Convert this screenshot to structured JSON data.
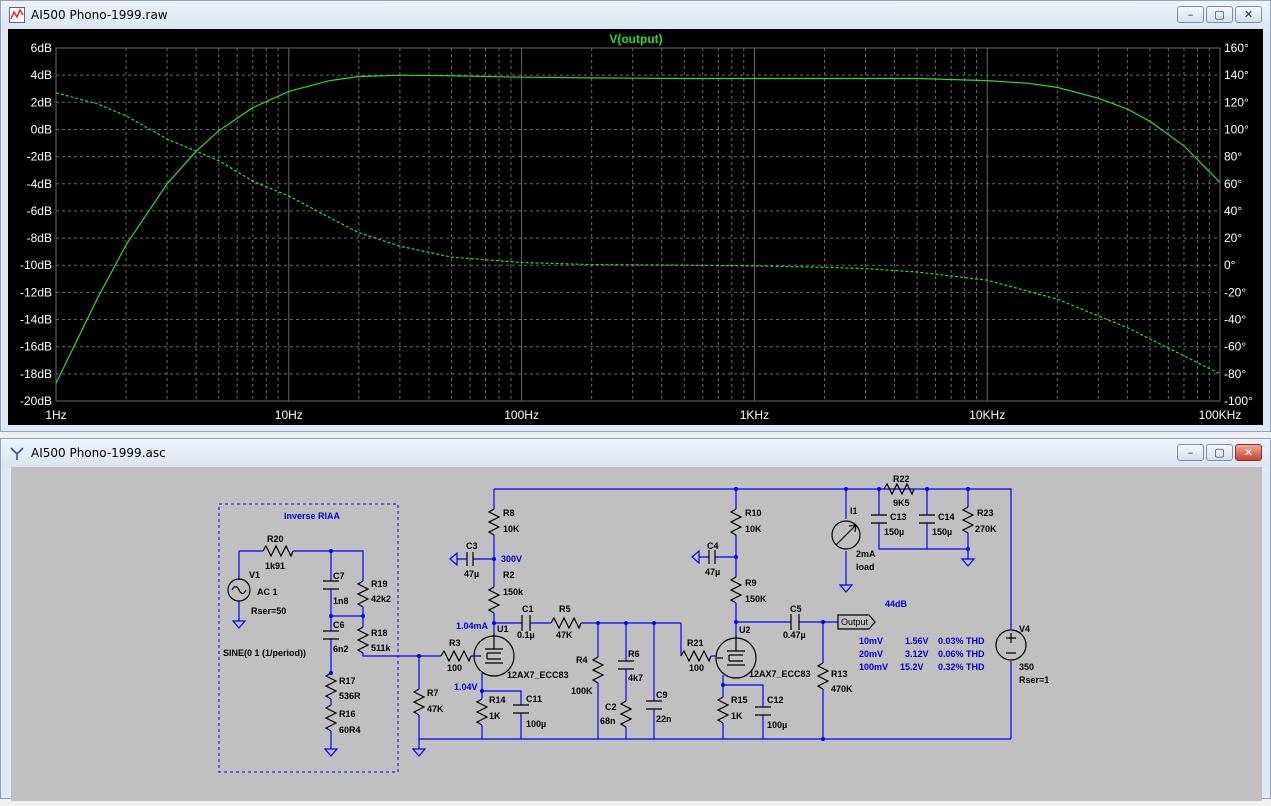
{
  "plot_window": {
    "title": "AI500 Phono-1999.raw",
    "minimize": "–",
    "restore": "▢",
    "close": "✕"
  },
  "schematic_window": {
    "title": "AI500 Phono-1999.asc",
    "minimize": "–",
    "restore": "▢",
    "close": "✕"
  },
  "colors": {
    "trace": "#2bdc2b",
    "grid": "#6a6a6a",
    "axis_text": "#ffffff",
    "wire": "#0000ff",
    "component": "#000000",
    "annotation": "#0000cc"
  },
  "chart_data": {
    "type": "line",
    "title": "V(output)",
    "x_scale": "log",
    "x_ticks": [
      "1Hz",
      "10Hz",
      "100Hz",
      "1KHz",
      "10KHz",
      "100KHz"
    ],
    "xlim_hz": [
      1,
      100000
    ],
    "y_left_ticks": [
      "6dB",
      "4dB",
      "2dB",
      "0dB",
      "-2dB",
      "-4dB",
      "-6dB",
      "-8dB",
      "-10dB",
      "-12dB",
      "-14dB",
      "-16dB",
      "-18dB",
      "-20dB"
    ],
    "ylim_db": [
      -20,
      6
    ],
    "y_right_ticks": [
      "160°",
      "140°",
      "120°",
      "100°",
      "80°",
      "60°",
      "40°",
      "20°",
      "0°",
      "-20°",
      "-40°",
      "-60°",
      "-80°",
      "-100°"
    ],
    "ylim_deg": [
      -100,
      160
    ],
    "grid": true,
    "series": [
      {
        "name": "magnitude",
        "style": "solid",
        "axis": "left",
        "points": [
          [
            1,
            -18.7
          ],
          [
            1.5,
            -12.5
          ],
          [
            2,
            -8.5
          ],
          [
            3,
            -4.0
          ],
          [
            4,
            -1.6
          ],
          [
            5,
            -0.1
          ],
          [
            7,
            1.6
          ],
          [
            10,
            2.8
          ],
          [
            15,
            3.6
          ],
          [
            20,
            3.9
          ],
          [
            30,
            4.0
          ],
          [
            50,
            3.95
          ],
          [
            100,
            3.85
          ],
          [
            200,
            3.8
          ],
          [
            500,
            3.75
          ],
          [
            1000,
            3.75
          ],
          [
            2000,
            3.75
          ],
          [
            5000,
            3.75
          ],
          [
            10000,
            3.6
          ],
          [
            15000,
            3.4
          ],
          [
            20000,
            3.1
          ],
          [
            30000,
            2.3
          ],
          [
            40000,
            1.5
          ],
          [
            50000,
            0.6
          ],
          [
            70000,
            -1.2
          ],
          [
            100000,
            -3.9
          ]
        ]
      },
      {
        "name": "phase",
        "style": "dashed",
        "axis": "right",
        "points": [
          [
            1,
            127
          ],
          [
            1.5,
            119
          ],
          [
            2,
            110
          ],
          [
            3,
            93
          ],
          [
            5,
            77
          ],
          [
            7,
            62
          ],
          [
            10,
            51
          ],
          [
            15,
            35
          ],
          [
            20,
            24
          ],
          [
            30,
            14
          ],
          [
            50,
            6
          ],
          [
            100,
            2
          ],
          [
            200,
            0.5
          ],
          [
            500,
            0
          ],
          [
            1000,
            -0.5
          ],
          [
            2000,
            -1.5
          ],
          [
            3000,
            -2.5
          ],
          [
            5000,
            -5
          ],
          [
            10000,
            -11
          ],
          [
            20000,
            -25
          ],
          [
            40000,
            -46
          ],
          [
            60000,
            -61
          ],
          [
            100000,
            -80
          ]
        ]
      }
    ]
  },
  "schematic": {
    "inverse_riaa_label": "Inverse RIAA",
    "components": [
      {
        "ref": "V1",
        "value": "AC 1",
        "extra": "Rser=50"
      },
      {
        "ref": "R20",
        "value": "1k91"
      },
      {
        "ref": "C7",
        "value": "1n8"
      },
      {
        "ref": "R19",
        "value": "42k2"
      },
      {
        "ref": "C6",
        "value": "6n2"
      },
      {
        "ref": "R18",
        "value": "511k"
      },
      {
        "ref": "R17",
        "value": "536R"
      },
      {
        "ref": "R16",
        "value": "60R4"
      },
      {
        "ref": "R3",
        "value": "100"
      },
      {
        "ref": "R7",
        "value": "47K"
      },
      {
        "ref": "R8",
        "value": "10K"
      },
      {
        "ref": "C3",
        "value": "47µ"
      },
      {
        "ref": "R2",
        "value": "150k"
      },
      {
        "ref": "U1",
        "value": "12AX7_ECC83"
      },
      {
        "ref": "R14",
        "value": "1K"
      },
      {
        "ref": "C11",
        "value": "100µ"
      },
      {
        "ref": "C1",
        "value": "0.1µ"
      },
      {
        "ref": "R5",
        "value": "47K"
      },
      {
        "ref": "R4",
        "value": "100K"
      },
      {
        "ref": "C2",
        "value": "68n"
      },
      {
        "ref": "R6",
        "value": "4k7"
      },
      {
        "ref": "C9",
        "value": "22n"
      },
      {
        "ref": "R21",
        "value": "100"
      },
      {
        "ref": "R10",
        "value": "10K"
      },
      {
        "ref": "C4",
        "value": "47µ"
      },
      {
        "ref": "R9",
        "value": "150K"
      },
      {
        "ref": "U2",
        "value": "12AX7_ECC83"
      },
      {
        "ref": "R15",
        "value": "1K"
      },
      {
        "ref": "C12",
        "value": "100µ"
      },
      {
        "ref": "C5",
        "value": "0.47µ"
      },
      {
        "ref": "R13",
        "value": "470K"
      },
      {
        "ref": "I1",
        "value": "2mA",
        "extra": "load"
      },
      {
        "ref": "R22",
        "value": "9K5"
      },
      {
        "ref": "C13",
        "value": "150µ"
      },
      {
        "ref": "C14",
        "value": "150µ"
      },
      {
        "ref": "R23",
        "value": "270K"
      },
      {
        "ref": "V4",
        "value": "350",
        "extra": "Rser=1"
      }
    ],
    "sine_directive": "SINE(0 1 (1/period))",
    "annot_300v": "300V",
    "annot_1_04ma": "1.04mA",
    "annot_1_04v": "1.04V",
    "annot_44db": "44dB",
    "output_label": "Output",
    "thd_table": [
      [
        "10mV",
        "1.56V",
        "0.03% THD"
      ],
      [
        "20mV",
        "3.12V",
        "0.06% THD"
      ],
      [
        "100mV",
        "15.2V",
        "0.32% THD"
      ]
    ]
  }
}
